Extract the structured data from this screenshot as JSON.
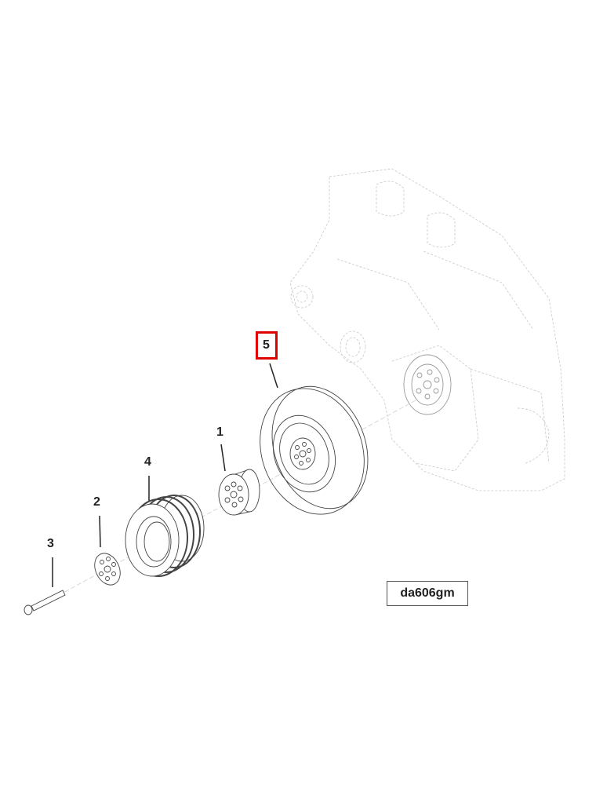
{
  "diagram": {
    "type": "exploded-parts-view",
    "subject": "engine front crankshaft pulley / damper assembly",
    "reference_code": "da606gm",
    "highlight_color": "#e00000",
    "callouts": [
      {
        "id": "1",
        "label": "1",
        "part": "spacer / hub adapter"
      },
      {
        "id": "2",
        "label": "2",
        "part": "washer plate"
      },
      {
        "id": "3",
        "label": "3",
        "part": "bolt"
      },
      {
        "id": "4",
        "label": "4",
        "part": "multi-groove pulley"
      },
      {
        "id": "5",
        "label": "5",
        "part": "vibration damper",
        "highlighted": true
      }
    ]
  }
}
